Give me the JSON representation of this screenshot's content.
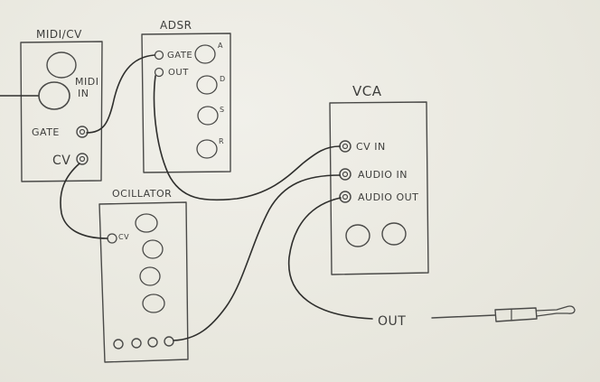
{
  "modules": {
    "midi_cv": {
      "title": "MIDI/CV",
      "midi_in_line1": "MIDI",
      "midi_in_line2": "IN",
      "gate_label": "GATE",
      "cv_label": "CV"
    },
    "adsr": {
      "title": "ADSR",
      "gate_label": "GATE",
      "out_label": "OUT",
      "knob_labels": [
        "A",
        "D",
        "S",
        "R"
      ]
    },
    "vca": {
      "title": "VCA",
      "cv_in_label": "CV IN",
      "audio_in_label": "AUDIO IN",
      "audio_out_label": "AUDIO OUT"
    },
    "oscillator": {
      "title": "OCILLATOR",
      "cv_label": "CV"
    }
  },
  "output": {
    "label": "OUT"
  }
}
